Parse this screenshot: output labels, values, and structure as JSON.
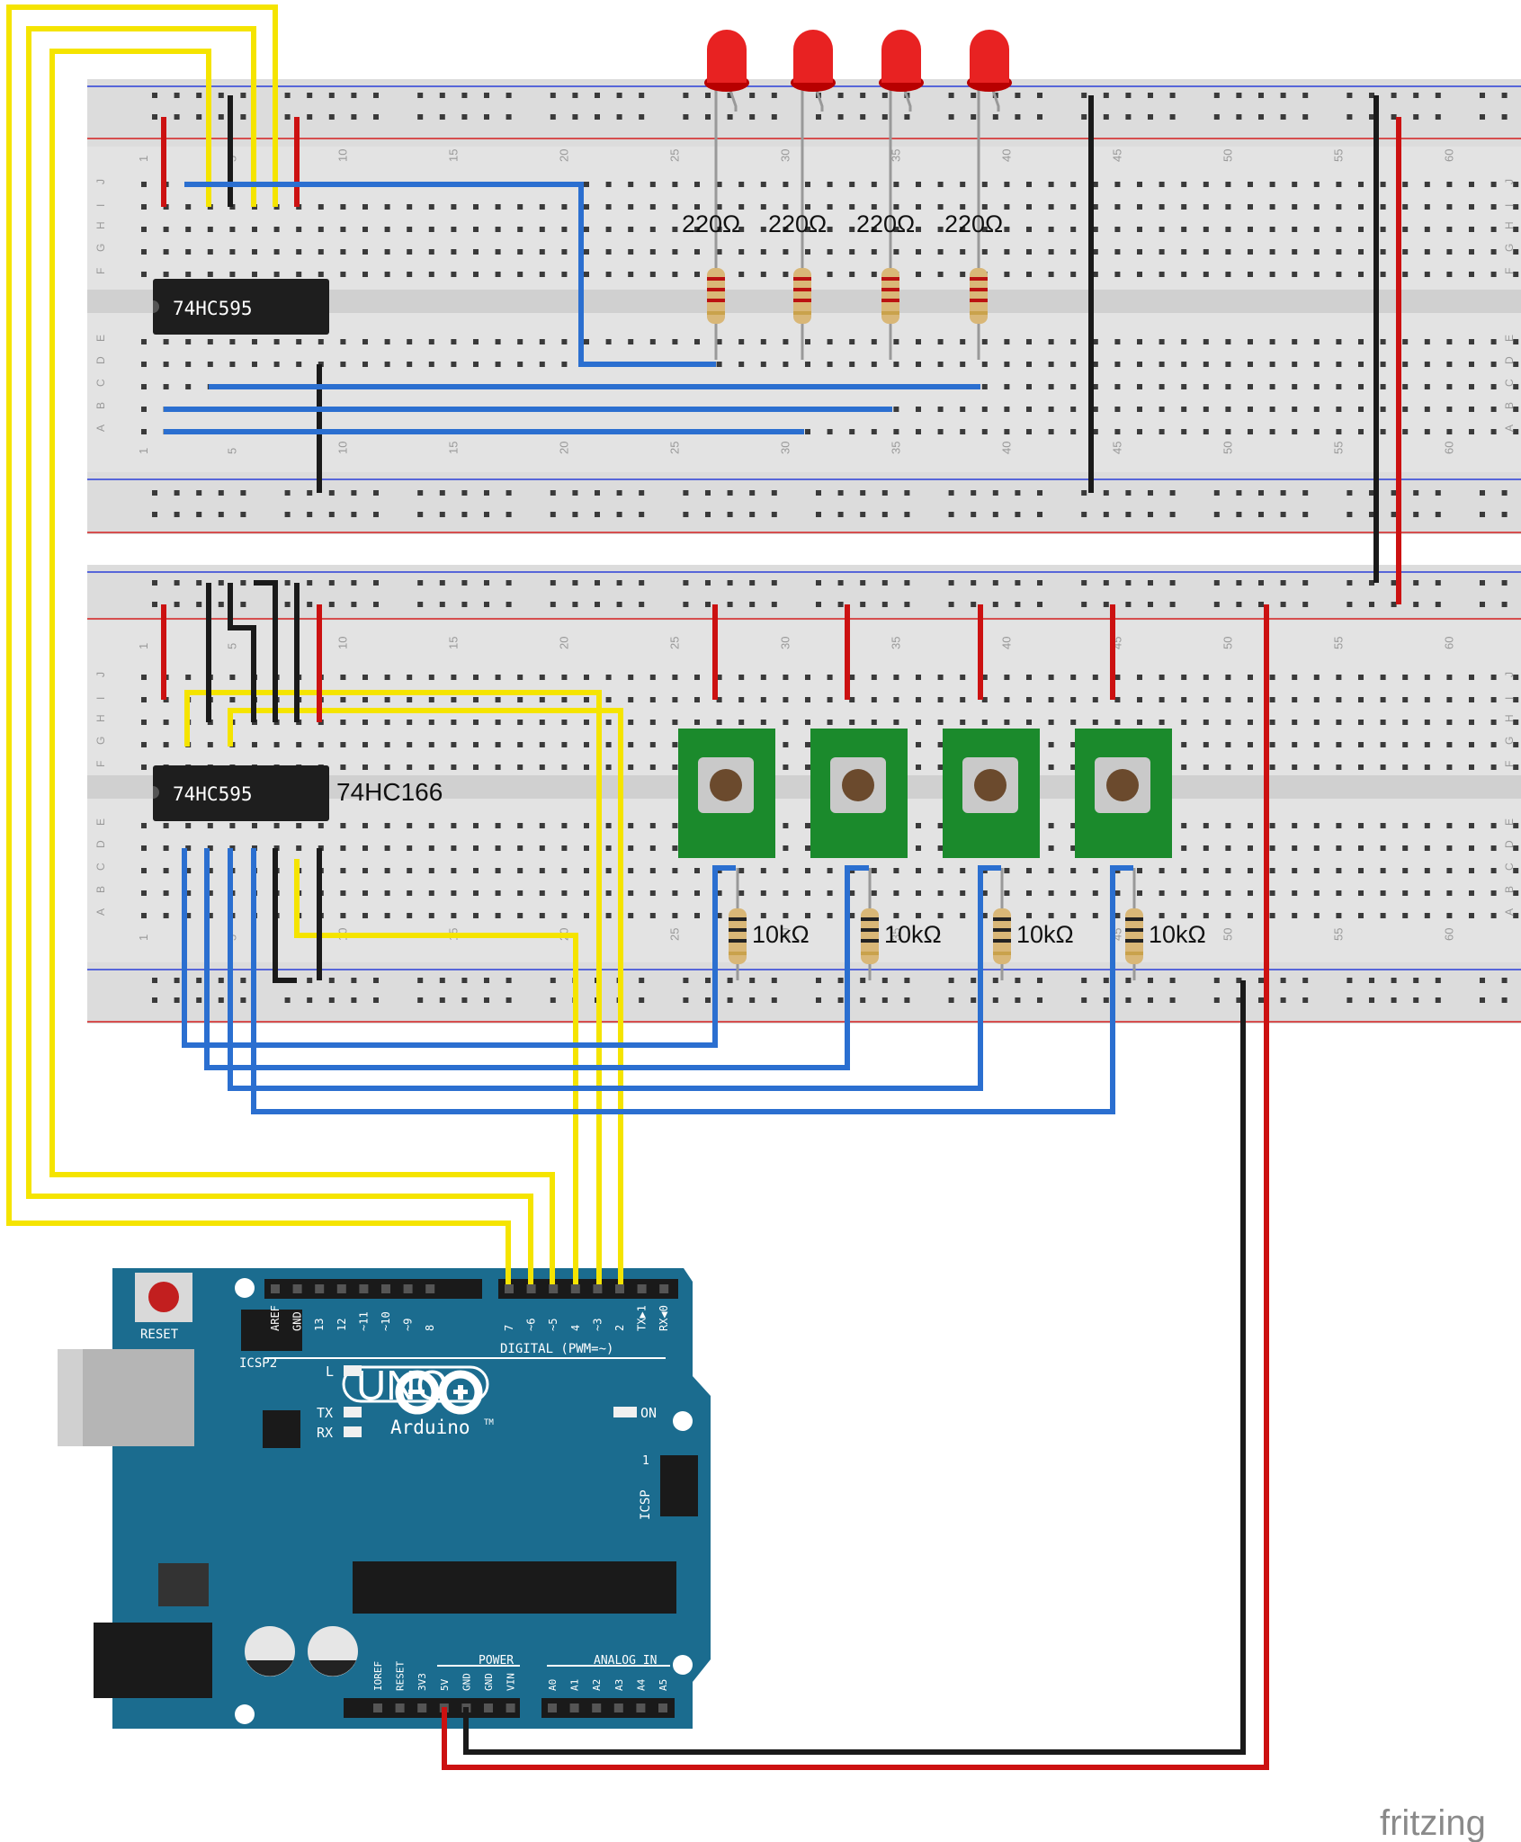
{
  "chips": {
    "top": "74HC595",
    "bottom": "74HC595",
    "bottom_side_label": "74HC166"
  },
  "resistors": {
    "led": [
      "220Ω",
      "220Ω",
      "220Ω",
      "220Ω"
    ],
    "button": [
      "10kΩ",
      "10kΩ",
      "10kΩ",
      "10kΩ"
    ]
  },
  "breadboard": {
    "col_numbers": [
      "1",
      "5",
      "10",
      "15",
      "20",
      "25",
      "30",
      "35",
      "40",
      "45",
      "50",
      "55",
      "60"
    ],
    "row_letters_top": [
      "J",
      "I",
      "H",
      "G",
      "F"
    ],
    "row_letters_bottom": [
      "E",
      "D",
      "C",
      "B",
      "A"
    ]
  },
  "arduino": {
    "reset": "RESET",
    "icsp2": "ICSP2",
    "icsp": "ICSP",
    "icsp_pin": "1",
    "digital": "DIGITAL (PWM=~)",
    "uno": "UNO",
    "brand": "Arduino",
    "tm": "TM",
    "on": "ON",
    "l": "L",
    "tx": "TX",
    "rx": "RX",
    "power": "POWER",
    "analog": "ANALOG IN",
    "digital_pins": [
      "AREF",
      "GND",
      "13",
      "12",
      "~11",
      "~10",
      "~9",
      "8",
      "7",
      "~6",
      "~5",
      "4",
      "~3",
      "2",
      "TX▶1",
      "RX◀0"
    ],
    "power_pins": [
      "IOREF",
      "RESET",
      "3V3",
      "5V",
      "GND",
      "GND",
      "VIN"
    ],
    "analog_pins": [
      "A0",
      "A1",
      "A2",
      "A3",
      "A4",
      "A5"
    ]
  },
  "watermark": "fritzing",
  "colors": {
    "yellow": "#f5e400",
    "blue": "#2b6fd0",
    "red": "#cc1111",
    "black": "#1a1a1a",
    "board": "#1b6c8f",
    "green_dot": "#5fcf4f"
  }
}
